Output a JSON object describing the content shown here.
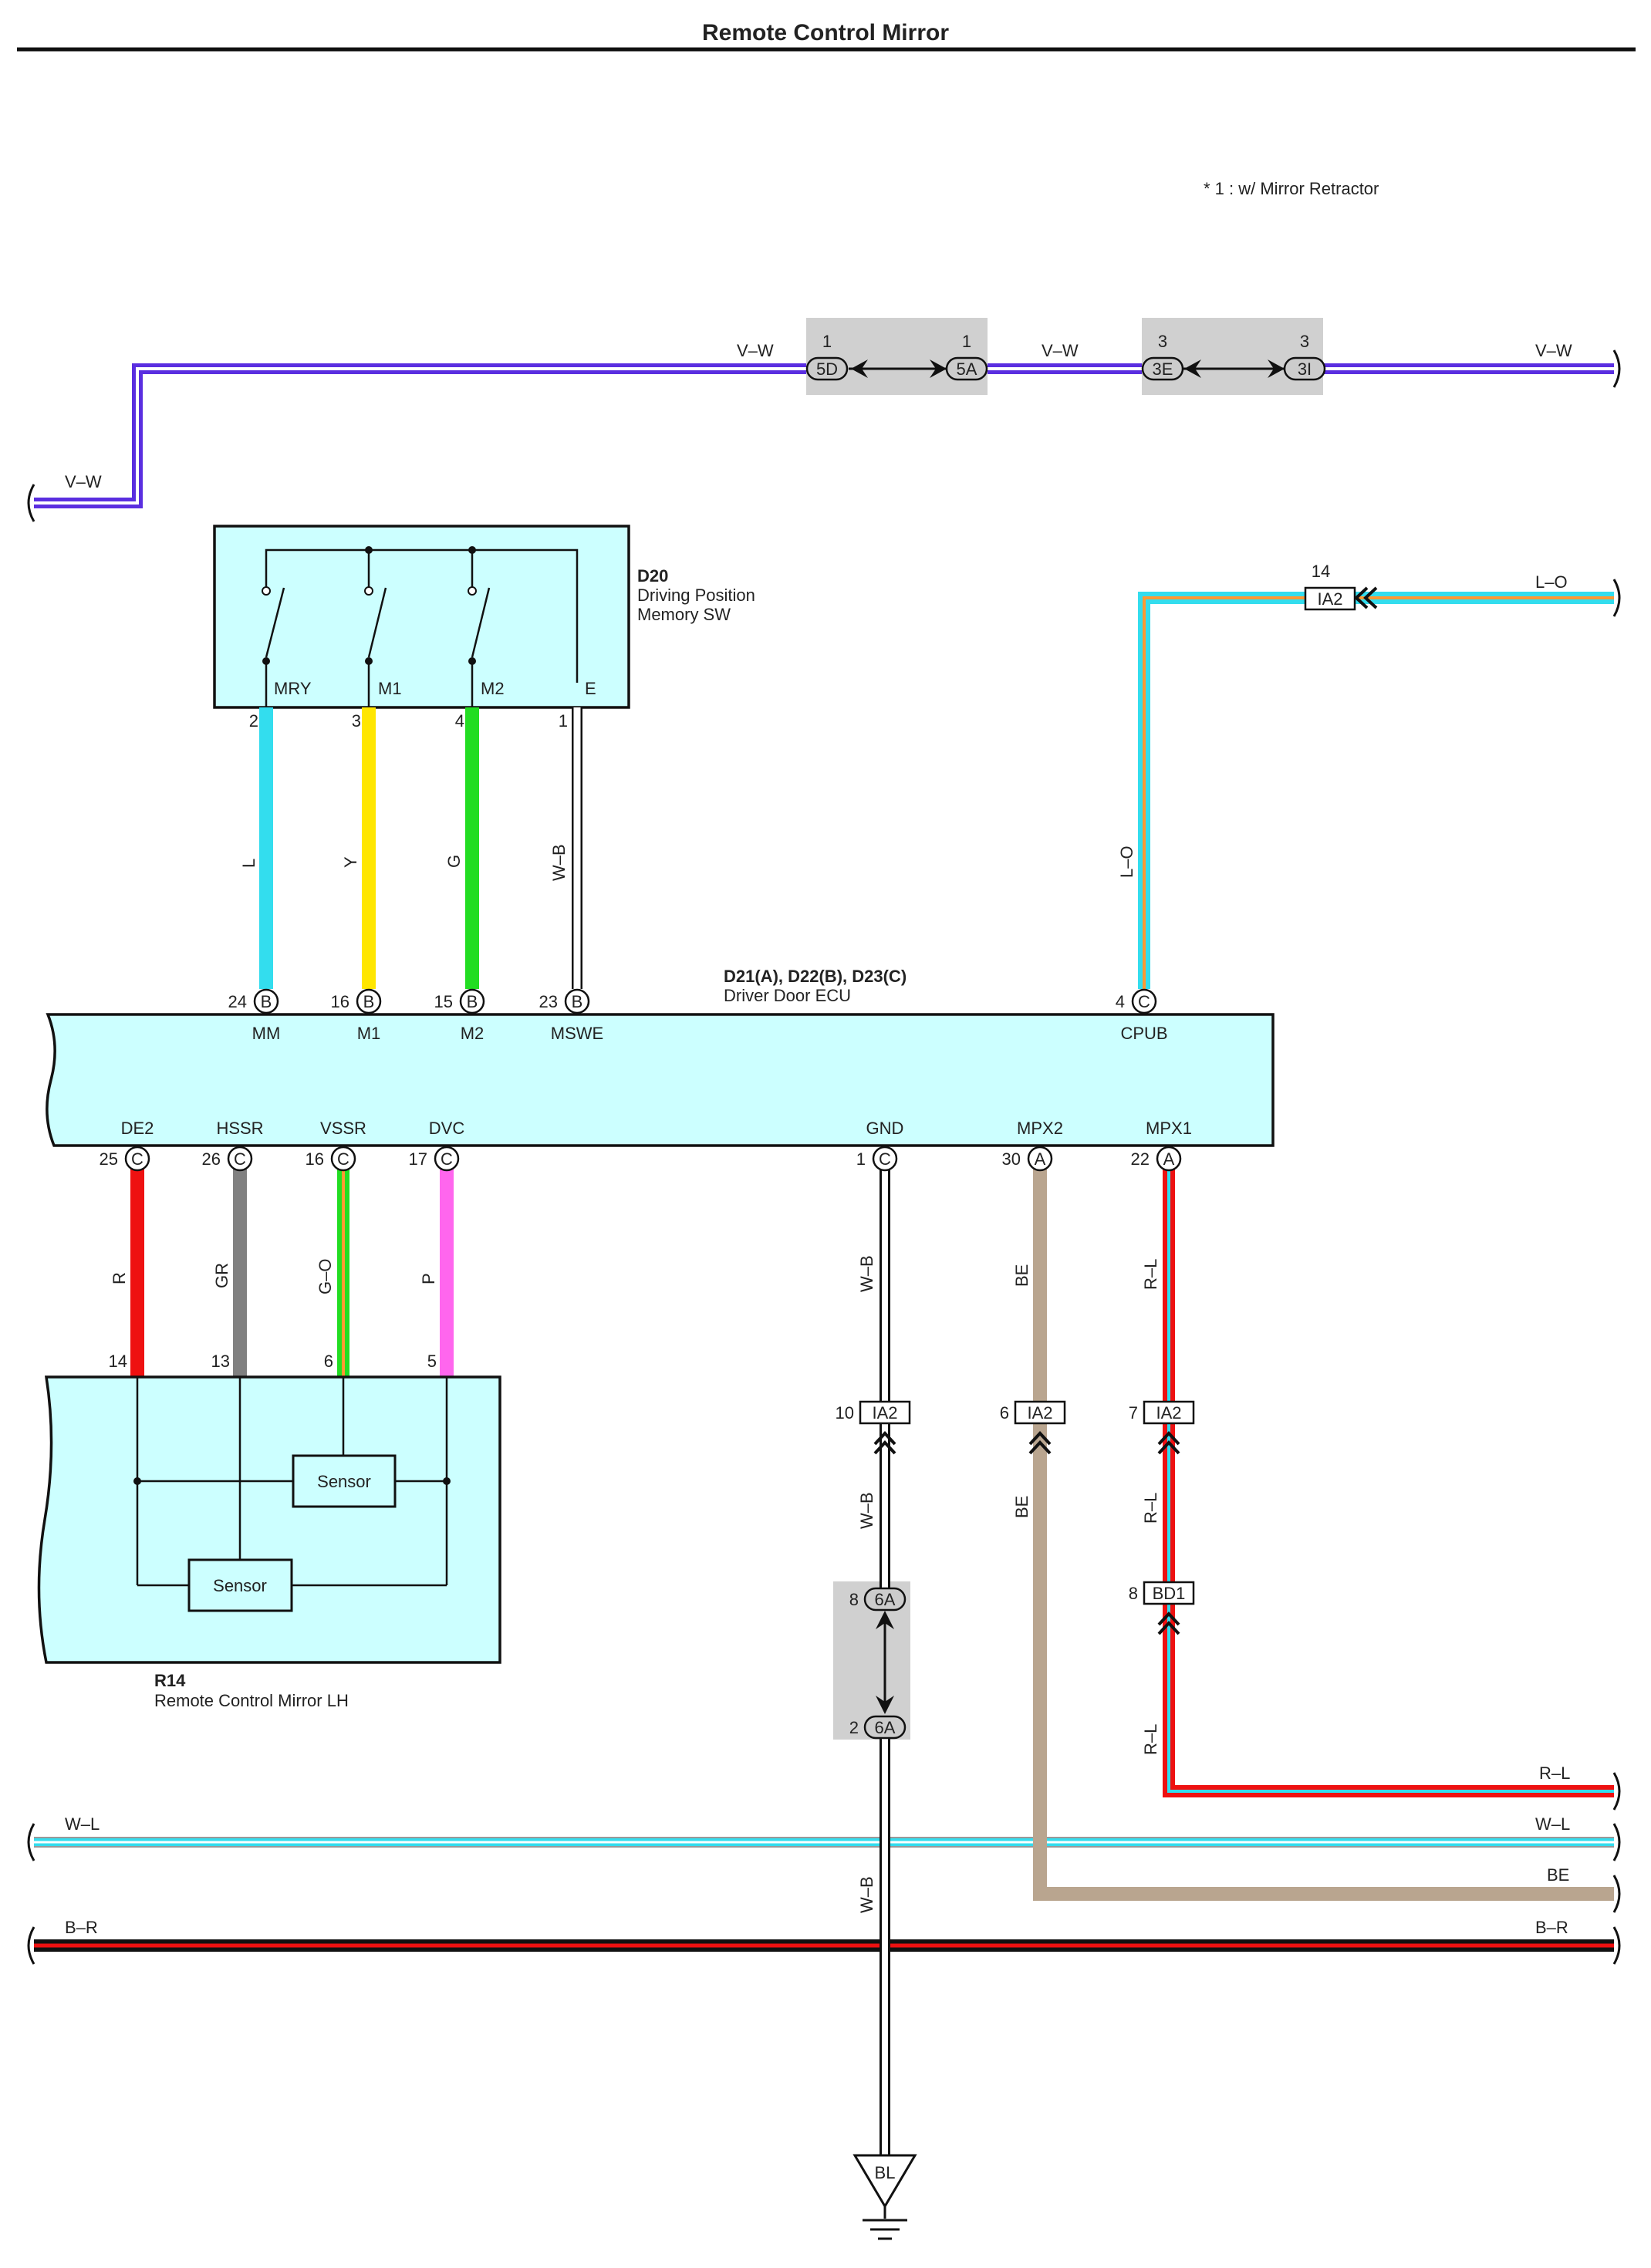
{
  "title": "Remote Control Mirror",
  "note": "* 1 : w/ Mirror Retractor",
  "colors": {
    "ecu_fill": "#ccffff",
    "junction_fill": "#d0d0d0",
    "violet": "#5a2ee0",
    "light_blue": "#33ddee",
    "yellow": "#ffe600",
    "green": "#22dd22",
    "red": "#ee1111",
    "gray": "#808080",
    "pink": "#ff66ee",
    "beige": "#b9a58f",
    "orange": "#ff9933"
  },
  "top_wire": {
    "labels": [
      "V–W",
      "V–W",
      "V–W",
      "V–W"
    ],
    "connectors": [
      {
        "id": "5D",
        "pin": "1"
      },
      {
        "id": "5A",
        "pin": "1"
      },
      {
        "id": "3E",
        "pin": "3"
      },
      {
        "id": "3I",
        "pin": "3"
      }
    ]
  },
  "d20": {
    "code": "D20",
    "name_line1": "Driving Position",
    "name_line2": "Memory SW",
    "terminals": [
      {
        "name": "MRY",
        "pin": "2",
        "wire": "L"
      },
      {
        "name": "M1",
        "pin": "3",
        "wire": "Y"
      },
      {
        "name": "M2",
        "pin": "4",
        "wire": "G"
      },
      {
        "name": "E",
        "pin": "1",
        "wire": "W–B"
      }
    ]
  },
  "lo_wire": {
    "label_top": "L–O",
    "label_vertical": "L–O",
    "connector": "IA2",
    "pin": "14"
  },
  "ecu": {
    "code": "D21(A), D22(B), D23(C)",
    "name": "Driver Door ECU",
    "top_terminals": [
      {
        "pin": "24",
        "conn": "B",
        "name": "MM"
      },
      {
        "pin": "16",
        "conn": "B",
        "name": "M1"
      },
      {
        "pin": "15",
        "conn": "B",
        "name": "M2"
      },
      {
        "pin": "23",
        "conn": "B",
        "name": "MSWE"
      },
      {
        "pin": "4",
        "conn": "C",
        "name": "CPUB"
      }
    ],
    "bottom_terminals": [
      {
        "pin": "25",
        "conn": "C",
        "name": "DE2",
        "wire": "R"
      },
      {
        "pin": "26",
        "conn": "C",
        "name": "HSSR",
        "wire": "GR"
      },
      {
        "pin": "16",
        "conn": "C",
        "name": "VSSR",
        "wire": "G–O"
      },
      {
        "pin": "17",
        "conn": "C",
        "name": "DVC",
        "wire": "P"
      },
      {
        "pin": "1",
        "conn": "C",
        "name": "GND",
        "wire": "W–B"
      },
      {
        "pin": "30",
        "conn": "A",
        "name": "MPX2",
        "wire": "BE"
      },
      {
        "pin": "22",
        "conn": "A",
        "name": "MPX1",
        "wire": "R–L"
      }
    ]
  },
  "r14": {
    "code": "R14",
    "name": "Remote Control Mirror LH",
    "pins": [
      "14",
      "13",
      "6",
      "5"
    ],
    "sensor_label": "Sensor"
  },
  "gnd_path": {
    "wire_labels": [
      "W–B",
      "W–B",
      "W–B"
    ],
    "ia2_pin": "10",
    "ia2": "IA2",
    "j6a_top_pin": "8",
    "j6a_bottom_pin": "2",
    "j6a": "6A",
    "ground": "BL"
  },
  "mpx2_path": {
    "wire_labels": [
      "BE",
      "BE"
    ],
    "ia2_pin": "6",
    "ia2": "IA2",
    "exit_label": "BE"
  },
  "mpx1_path": {
    "wire_labels": [
      "R–L",
      "R–L",
      "R–L"
    ],
    "ia2_pin": "7",
    "ia2": "IA2",
    "bd1_pin": "8",
    "bd1": "BD1",
    "exit_label": "R–L"
  },
  "bus_wires": {
    "wl_left": "W–L",
    "wl_right": "W–L",
    "br_left": "B–R",
    "br_right": "B–R"
  }
}
